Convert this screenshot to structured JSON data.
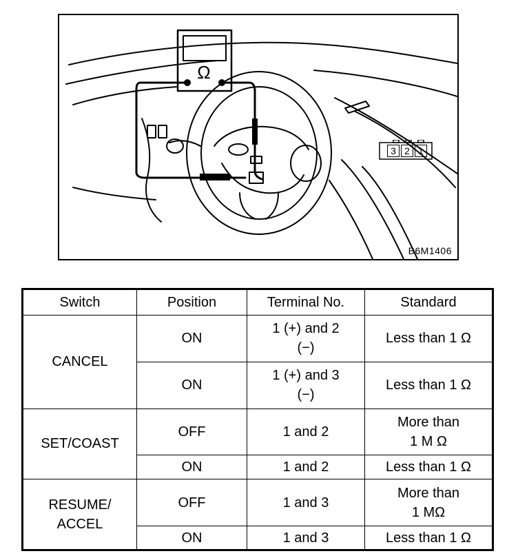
{
  "figure": {
    "code": "B6M1406",
    "meter_symbol": "Ω",
    "connector_pins": [
      "3",
      "2",
      "1"
    ]
  },
  "table": {
    "headers": [
      "Switch",
      "Position",
      "Terminal No.",
      "Standard"
    ],
    "groups": [
      {
        "switch": "CANCEL",
        "rows": [
          {
            "position": "ON",
            "terminal": "1 (+) and 2\n(−)",
            "standard": "Less than 1 Ω"
          },
          {
            "position": "ON",
            "terminal": "1 (+) and 3\n(−)",
            "standard": "Less than 1 Ω"
          }
        ]
      },
      {
        "switch": "SET/COAST",
        "rows": [
          {
            "position": "OFF",
            "terminal": "1 and 2",
            "standard": "More than\n1 M Ω"
          },
          {
            "position": "ON",
            "terminal": "1 and 2",
            "standard": "Less than 1 Ω"
          }
        ]
      },
      {
        "switch": "RESUME/\nACCEL",
        "rows": [
          {
            "position": "OFF",
            "terminal": "1 and 3",
            "standard": "More than\n1 MΩ"
          },
          {
            "position": "ON",
            "terminal": "1 and 3",
            "standard": "Less than 1 Ω"
          }
        ]
      }
    ]
  }
}
